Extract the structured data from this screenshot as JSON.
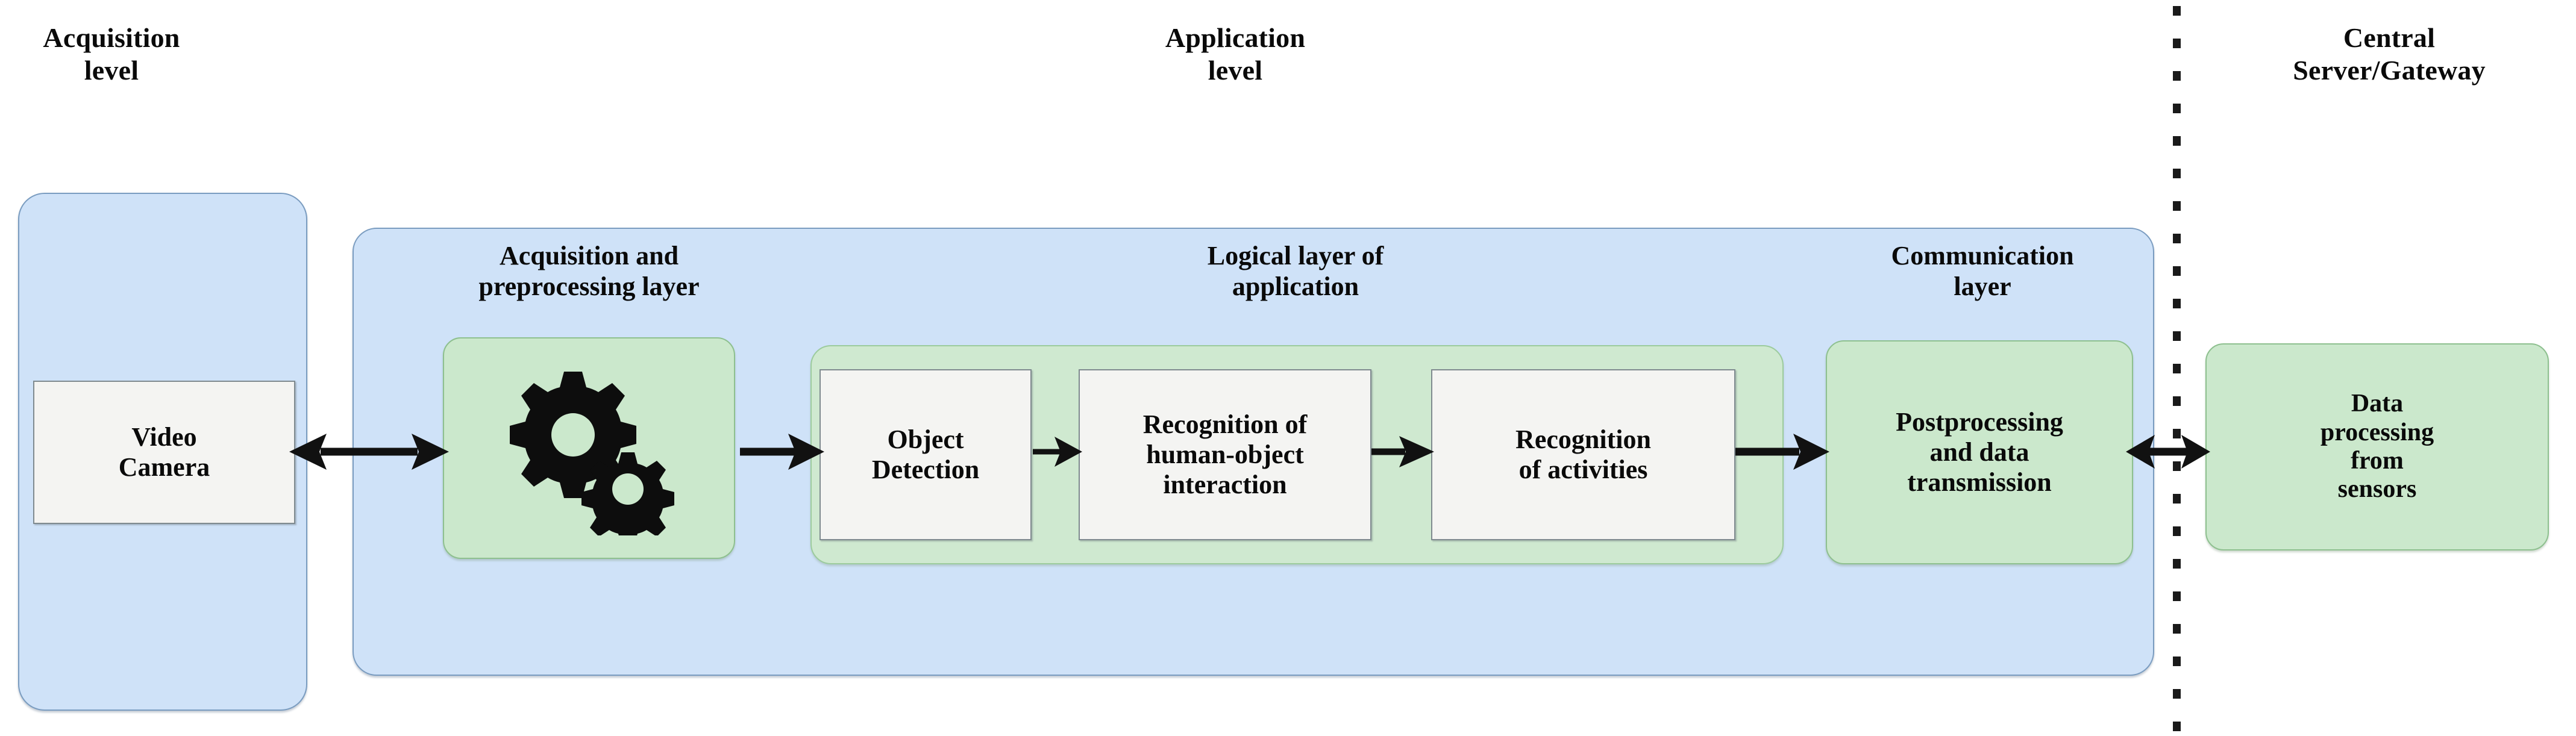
{
  "levels": {
    "acquisition": "Acquisition\nlevel",
    "application": "Application\nlevel",
    "central_server": "Central\nServer/Gateway"
  },
  "layers": {
    "acquisition_preprocessing": "Acquisition and\npreprocessing layer",
    "logical": "Logical layer of\napplication",
    "communication": "Communication\nlayer"
  },
  "nodes": {
    "video_camera": "Video\nCamera",
    "gears": "gears-icon",
    "object_detection": "Object\nDetection",
    "human_object_interaction": "Recognition of\nhuman-object\ninteraction",
    "activity_recognition": "Recognition\nof activities",
    "postprocessing": "Postprocessing\nand data\ntransmission",
    "data_processing": "Data\nprocessing\nfrom\nsensors"
  },
  "colors": {
    "level_fill": "#cfe2f8",
    "level_stroke": "#7a9cc0",
    "layer_fill": "#cbe8cc",
    "layer_stroke": "#8ec08f",
    "node_fill": "#f4f4f2",
    "node_stroke": "#7f8a8f",
    "arrow": "#111111",
    "text": "#0a0a0a"
  },
  "connectors": {
    "camera_to_preprocessing": "double-arrow",
    "preprocessing_to_object_detection": "single-arrow",
    "object_detection_to_interaction": "single-arrow",
    "interaction_to_activities": "single-arrow",
    "activities_to_postprocessing": "single-arrow",
    "postprocessing_to_gateway": "double-arrow",
    "boundary": "dotted-vertical-line"
  }
}
